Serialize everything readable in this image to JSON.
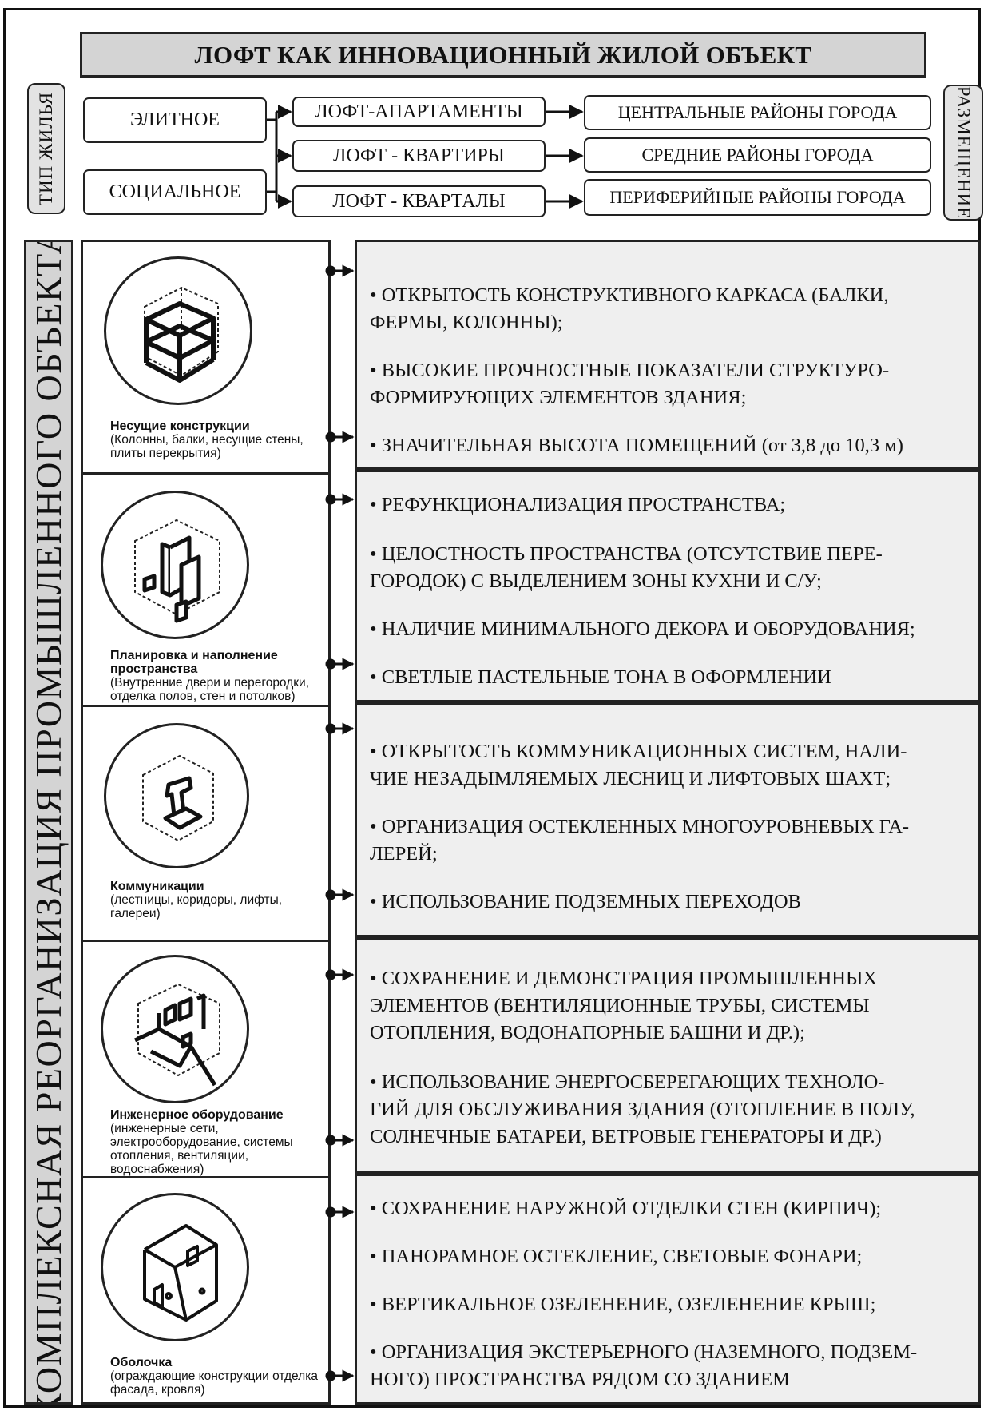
{
  "title": "ЛОФТ КАК ИННОВАЦИОННЫЙ ЖИЛОЙ ОБЪЕКТ",
  "left_vertical_label": "ТИП ЖИЛЬЯ",
  "right_vertical_label": "РАЗМЕЩЕНИЕ",
  "housing_types": [
    "ЭЛИТНОЕ",
    "СОЦИАЛЬНОЕ"
  ],
  "loft_types": [
    "ЛОФТ-АПАРТАМЕНТЫ",
    "ЛОФТ - КВАРТИРЫ",
    "ЛОФТ - КВАРТАЛЫ"
  ],
  "locations": [
    "ЦЕНТРАЛЬНЫЕ РАЙОНЫ ГОРОДА",
    "СРЕДНИЕ РАЙОНЫ ГОРОДА",
    "ПЕРИФЕРИЙНЫЕ РАЙОНЫ ГОРОДА"
  ],
  "big_vertical_label": "КОМПЛЕКСНАЯ  РЕОРГАНИЗАЦИЯ  ПРОМЫШЛЕННОГО  ОБЪЕКТА",
  "components": [
    {
      "title": "Несущие конструкции",
      "desc": "(Колонны, балки, несущие стены, плиты перекрытия)",
      "icon": "structure-icon",
      "lines": [
        "•  ОТКРЫТОСТЬ КОНСТРУКТИВНОГО КАРКАСА (БАЛКИ,",
        "ФЕРМЫ, КОЛОННЫ);",
        "",
        "•  ВЫСОКИЕ ПРОЧНОСТНЫЕ ПОКАЗАТЕЛИ СТРУКТУРО-",
        "ФОРМИРУЮЩИХ ЭЛЕМЕНТОВ ЗДАНИЯ;",
        "",
        "• ЗНАЧИТЕЛЬНАЯ ВЫСОТА ПОМЕЩЕНИЙ (от 3,8 до 10,3 м)"
      ]
    },
    {
      "title": "Планировка и наполнение пространства",
      "desc": "(Внутренние двери и перегородки, отделка полов, стен и потолков)",
      "icon": "layout-icon",
      "lines": [
        "•  РЕФУНКЦИОНАЛИЗАЦИЯ ПРОСТРАНСТВА;",
        "",
        "•  ЦЕЛОСТНОСТЬ ПРОСТРАНСТВА  (ОТСУТСТВИЕ ПЕРЕ-",
        "ГОРОДОК) С ВЫДЕЛЕНИЕМ ЗОНЫ КУХНИ  И  С/У;",
        "",
        "• НАЛИЧИЕ МИНИМАЛЬНОГО ДЕКОРА И ОБОРУДОВАНИЯ;",
        "",
        "• СВЕТЛЫЕ ПАСТЕЛЬНЫЕ ТОНА В ОФОРМЛЕНИИ"
      ]
    },
    {
      "title": "Коммуникации",
      "desc": "(лестницы, коридоры, лифты, галереи)",
      "icon": "stairs-icon",
      "lines": [
        "•  ОТКРЫТОСТЬ КОММУНИКАЦИОННЫХ СИСТЕМ, НАЛИ-",
        "ЧИЕ НЕЗАДЫМЛЯЕМЫХ ЛЕСНИЦ И ЛИФТОВЫХ ШАХТ;",
        "",
        "•  ОРГАНИЗАЦИЯ ОСТЕКЛЕННЫХ МНОГОУРОВНЕВЫХ ГА-",
        "ЛЕРЕЙ;",
        "",
        "•  ИСПОЛЬЗОВАНИЕ ПОДЗЕМНЫХ ПЕРЕХОДОВ"
      ]
    },
    {
      "title": "Инженерное оборудование",
      "desc": "(инженерные сети, электрооборудование, системы отопления, вентиляции, водоснабжения)",
      "icon": "engineering-icon",
      "lines": [
        "•   СОХРАНЕНИЕ И ДЕМОНСТРАЦИЯ ПРОМЫШЛЕННЫХ",
        "ЭЛЕМЕНТОВ (ВЕНТИЛЯЦИОННЫЕ ТРУБЫ, СИСТЕМЫ",
        "ОТОПЛЕНИЯ, ВОДОНАПОРНЫЕ БАШНИ И ДР.);",
        "",
        "•  ИСПОЛЬЗОВАНИЕ ЭНЕРГОСБЕРЕГАЮЩИХ ТЕХНОЛО-",
        "ГИЙ ДЛЯ ОБСЛУЖИВАНИЯ ЗДАНИЯ (ОТОПЛЕНИЕ В ПОЛУ,",
        "СОЛНЕЧНЫЕ БАТАРЕИ, ВЕТРОВЫЕ ГЕНЕРАТОРЫ И ДР.)"
      ]
    },
    {
      "title": "Оболочка",
      "desc": "(ограждающие конструкции отделка фасада, кровля)",
      "icon": "house-shell-icon",
      "lines": [
        "•   СОХРАНЕНИЕ НАРУЖНОЙ ОТДЕЛКИ СТЕН (КИРПИЧ);",
        "",
        "•   ПАНОРАМНОЕ ОСТЕКЛЕНИЕ, СВЕТОВЫЕ ФОНАРИ;",
        "",
        "• ВЕРТИКАЛЬНОЕ ОЗЕЛЕНЕНИЕ, ОЗЕЛЕНЕНИЕ КРЫШ;",
        "",
        "• ОРГАНИЗАЦИЯ ЭКСТЕРЬЕРНОГО (НАЗЕМНОГО, ПОДЗЕМ-",
        "НОГО)  ПРОСТРАНСТВА РЯДОМ СО ЗДАНИЕМ"
      ]
    }
  ]
}
